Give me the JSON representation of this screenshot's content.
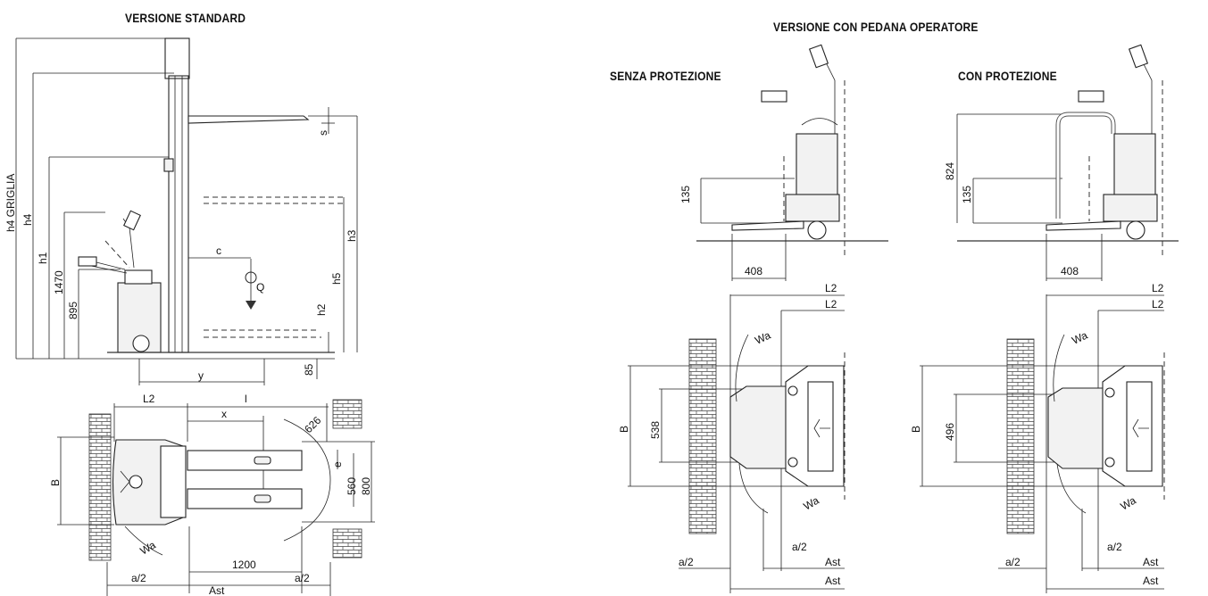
{
  "headings": {
    "standard": "VERSIONE STANDARD",
    "platform": "VERSIONE CON PEDANA OPERATORE",
    "without_guard": "SENZA PROTEZIONE",
    "with_guard": "CON PROTEZIONE"
  },
  "standard": {
    "side_view": {
      "h4_grid": "h4 GRIGLIA",
      "h4": "h4",
      "h1": "h1",
      "d1470": "1470",
      "d895": "895",
      "s": "s",
      "h3": "h3",
      "h5": "h5",
      "h2": "h2",
      "d85": "85",
      "c": "c",
      "q": "Q",
      "y": "y"
    },
    "top_view": {
      "l2": "L2",
      "l": "l",
      "x": "x",
      "d626": "626",
      "e": "e",
      "d560": "560",
      "d800": "800",
      "b": "B",
      "wa": "Wa",
      "d1200": "1200",
      "a2_left": "a/2",
      "a2_right": "a/2",
      "ast": "Ast"
    }
  },
  "without_guard": {
    "side": {
      "d135": "135",
      "d408": "408"
    },
    "top": {
      "l2_outer": "L2",
      "l2_inner": "L2",
      "wa_top": "Wa",
      "wa_bottom": "Wa",
      "b": "B",
      "d538": "538",
      "a2_left": "a/2",
      "a2_right": "a/2",
      "ast_inner": "Ast",
      "ast_outer": "Ast"
    }
  },
  "with_guard": {
    "side": {
      "d824": "824",
      "d135": "135",
      "d408": "408"
    },
    "top": {
      "l2_outer": "L2",
      "l2_inner": "L2",
      "wa_top": "Wa",
      "wa_bottom": "Wa",
      "b": "B",
      "d496": "496",
      "a2_left": "a/2",
      "a2_right": "a/2",
      "ast_inner": "Ast",
      "ast_outer": "Ast"
    }
  }
}
